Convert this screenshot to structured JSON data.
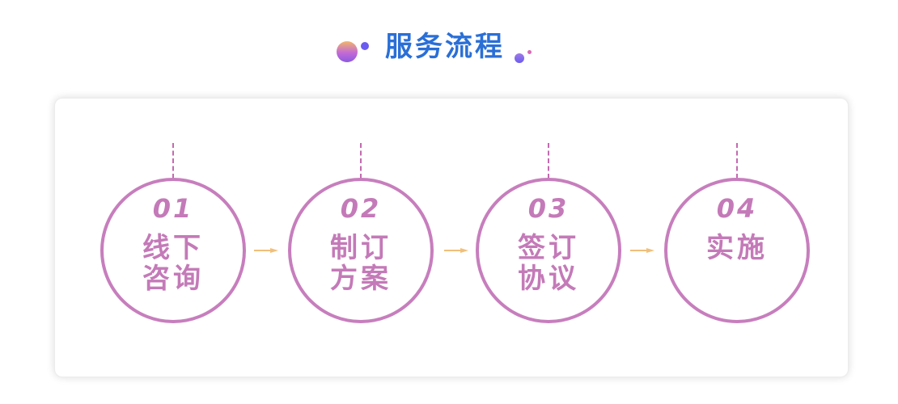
{
  "title": "服务流程",
  "colors": {
    "title": "#2a6fd6",
    "circle_border": "#c77ebd",
    "step_text": "#c47ab8",
    "dash": "#c46ab0",
    "arrow": "#f0c07a"
  },
  "steps": [
    {
      "num": "01",
      "line1": "线下",
      "line2": "咨询"
    },
    {
      "num": "02",
      "line1": "制订",
      "line2": "方案"
    },
    {
      "num": "03",
      "line1": "签订",
      "line2": "协议"
    },
    {
      "num": "04",
      "line1": "实施",
      "line2": ""
    }
  ]
}
